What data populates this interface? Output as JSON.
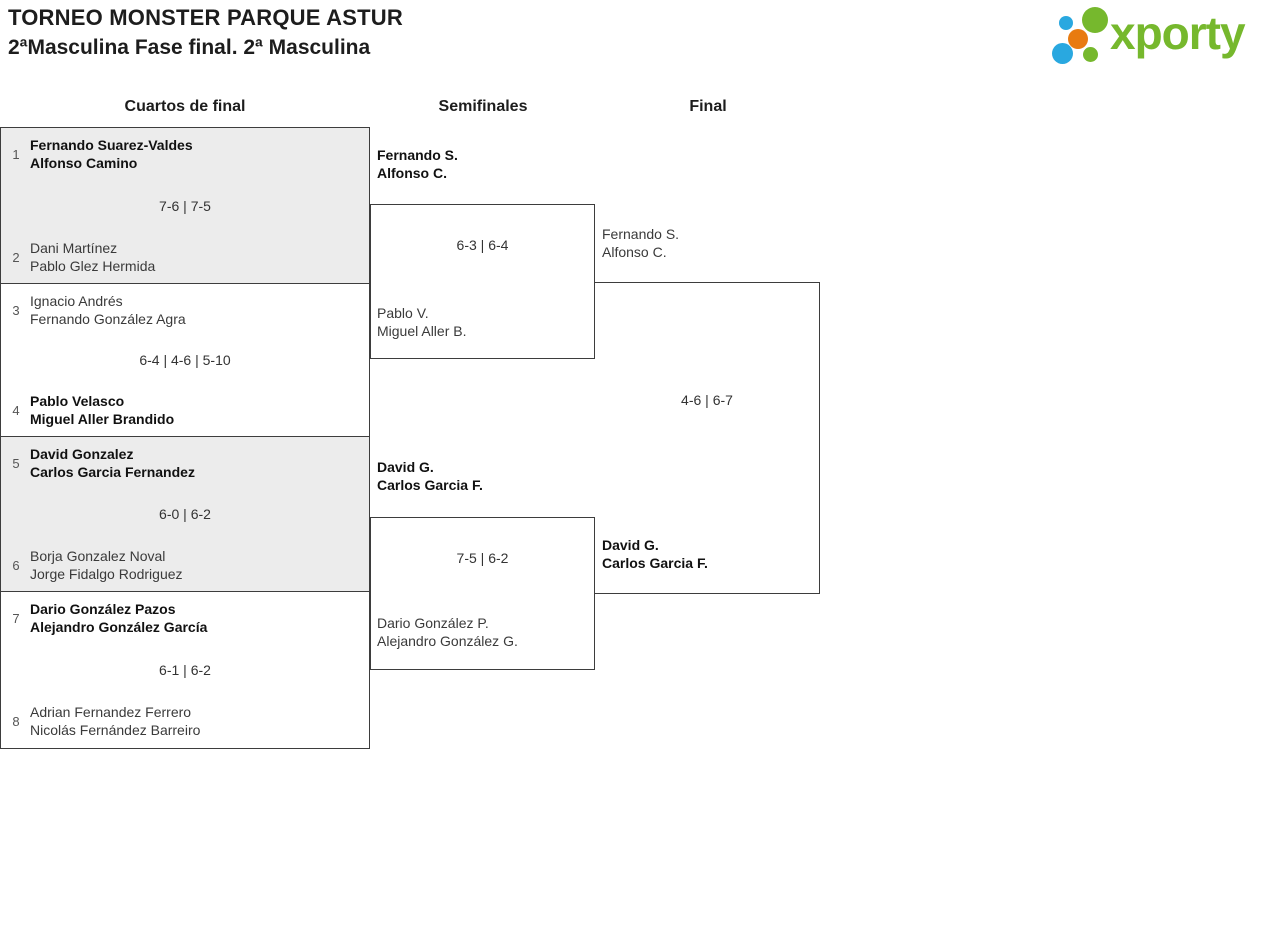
{
  "header": {
    "title_line1": "TORNEO MONSTER PARQUE ASTUR",
    "title_line2": "2ªMasculina Fase final. 2ª Masculina",
    "logo_text": "xporty",
    "brand_colors": {
      "green": "#76b82d",
      "blue": "#29a8e0",
      "orange": "#e87b10"
    }
  },
  "rounds": [
    {
      "label": "Cuartos de final"
    },
    {
      "label": "Semifinales"
    },
    {
      "label": "Final"
    }
  ],
  "quarterfinals": [
    {
      "seed_top": "1",
      "team_top": [
        "Fernando Suarez-Valdes",
        "Alfonso Camino"
      ],
      "top_winner": true,
      "score": "7-6 | 7-5",
      "seed_bottom": "2",
      "team_bottom": [
        "Dani Martínez",
        "Pablo Glez Hermida"
      ],
      "bottom_winner": false
    },
    {
      "seed_top": "3",
      "team_top": [
        "Ignacio Andrés",
        "Fernando González Agra"
      ],
      "top_winner": false,
      "score": "6-4 | 4-6 | 5-10",
      "seed_bottom": "4",
      "team_bottom": [
        "Pablo Velasco",
        "Miguel Aller Brandido"
      ],
      "bottom_winner": true
    },
    {
      "seed_top": "5",
      "team_top": [
        "David Gonzalez",
        "Carlos Garcia Fernandez"
      ],
      "top_winner": true,
      "score": "6-0 | 6-2",
      "seed_bottom": "6",
      "team_bottom": [
        "Borja Gonzalez Noval",
        "Jorge Fidalgo Rodriguez"
      ],
      "bottom_winner": false
    },
    {
      "seed_top": "7",
      "team_top": [
        "Dario González Pazos",
        "Alejandro González García"
      ],
      "top_winner": true,
      "score": "6-1 | 6-2",
      "seed_bottom": "8",
      "team_bottom": [
        "Adrian Fernandez Ferrero",
        "Nicolás Fernández Barreiro"
      ],
      "bottom_winner": false
    }
  ],
  "semifinals": [
    {
      "team_top": [
        "Fernando S.",
        "Alfonso C."
      ],
      "top_winner": true,
      "score": "6-3 | 6-4",
      "team_bottom": [
        "Pablo V.",
        "Miguel Aller B."
      ],
      "bottom_winner": false
    },
    {
      "team_top": [
        "David G.",
        "Carlos Garcia F."
      ],
      "top_winner": true,
      "score": "7-5 | 6-2",
      "team_bottom": [
        "Dario González P.",
        "Alejandro González G."
      ],
      "bottom_winner": false
    }
  ],
  "final": {
    "team_top": [
      "Fernando S.",
      "Alfonso C."
    ],
    "top_winner": false,
    "score": "4-6 | 6-7",
    "team_bottom": [
      "David G.",
      "Carlos Garcia F."
    ],
    "bottom_winner": true
  }
}
